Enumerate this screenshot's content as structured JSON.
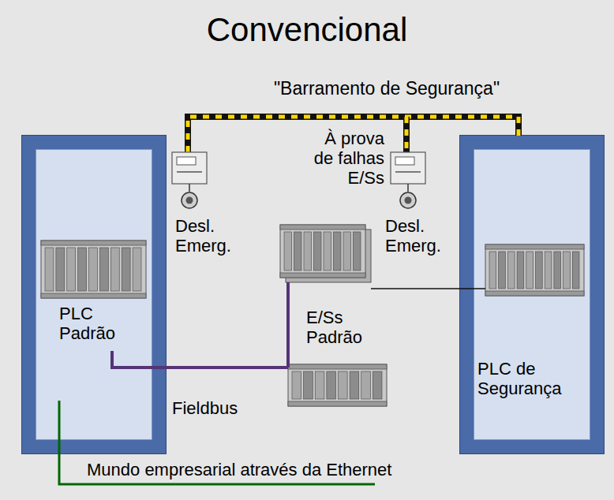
{
  "diagram": {
    "title": "Convencional",
    "nodes": [
      {
        "text": [
          "PLC Padrão"
        ]
      },
      {
        "text": [
          "E/Ss Padrão"
        ]
      },
      {
        "text": [
          "PLC de Segurança"
        ]
      }
    ],
    "edges": [
      {
        "from": 0,
        "to": 1,
        "arrow": "none"
      }
    ],
    "labels": [
      "\"Barramento de Segurança\"",
      "À prova de falhas E/Ss",
      "Desl. Emerg.",
      "Desl. Emerg.",
      "Fieldbus",
      "Mundo empresarial através da Ethernet"
    ]
  }
}
